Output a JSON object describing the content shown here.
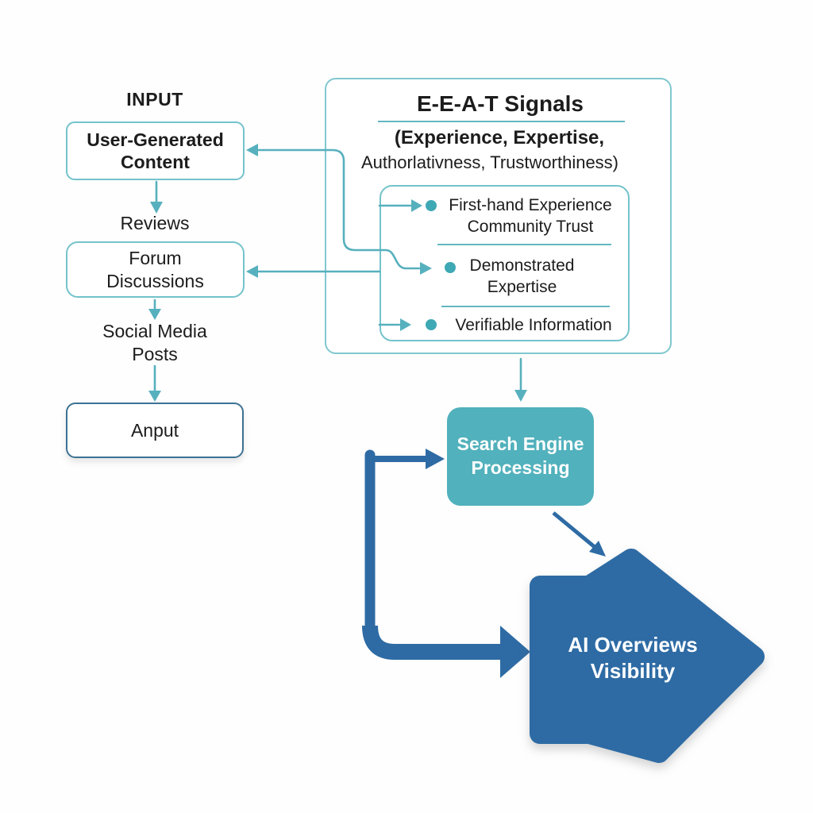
{
  "colors": {
    "teal_line": "#57b0bd",
    "teal_border": "#74c3cb",
    "teal_fill": "#51b1bc",
    "bullet": "#3fa8b5",
    "blue": "#2e6ba4",
    "anput_border": "#3d7294",
    "text": "#1c1c1c",
    "background": "#fefefe"
  },
  "input_column": {
    "header": "INPUT",
    "ugc_node": "User-Generated\nContent",
    "reviews_label": "Reviews",
    "forum_node": "Forum\nDiscussions",
    "social_label": "Social Media\nPosts",
    "anput_node": "Anput"
  },
  "eeat_panel": {
    "title": "E-E-A-T Signals",
    "subtitle_bold": "(Experience, Expertise,",
    "subtitle_regular": "Authorlativness, Trustworthiness)",
    "signals": [
      {
        "label": "First-hand Experience\nCommunity Trust"
      },
      {
        "label": "Demonstrated\nExpertise"
      },
      {
        "label": "Verifiable Information"
      }
    ]
  },
  "processing": {
    "label": "Search Engine\nProcessing"
  },
  "output": {
    "label": "AI Overviews\nVisibility"
  }
}
